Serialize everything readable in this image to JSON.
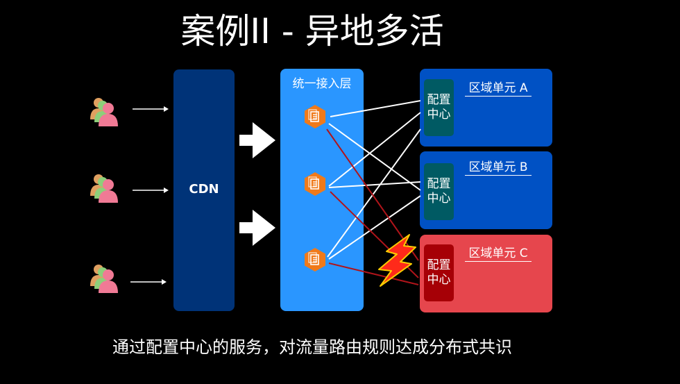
{
  "title": "案例II - 异地多活",
  "cdn": {
    "label": "CDN"
  },
  "gateway": {
    "label": "统一接入层"
  },
  "regions": [
    {
      "label": "区域单元 A",
      "config": [
        "配置",
        "中心"
      ]
    },
    {
      "label": "区域单元 B",
      "config": [
        "配置",
        "中心"
      ]
    },
    {
      "label": "区域单元 C",
      "config": [
        "配置",
        "中心"
      ]
    }
  ],
  "caption": "通过配置中心的服务，对流量路由规则达成分布式共识",
  "colors": {
    "background": "#000000",
    "cdn": "#003378",
    "gateway": "#2a96ff",
    "region_ok": "#0051c4",
    "region_failed": "#e6464d",
    "config_ok": "#005a63",
    "config_failed": "#a60006",
    "node": "#f07a1a",
    "healthy_link": "#ffffff",
    "failed_link": "#b0141a",
    "lightning": "#ff2a1a"
  },
  "icons": [
    "users-icon",
    "arrow-right-icon",
    "big-arrow-right-icon",
    "server-node-icon",
    "lightning-icon"
  ]
}
